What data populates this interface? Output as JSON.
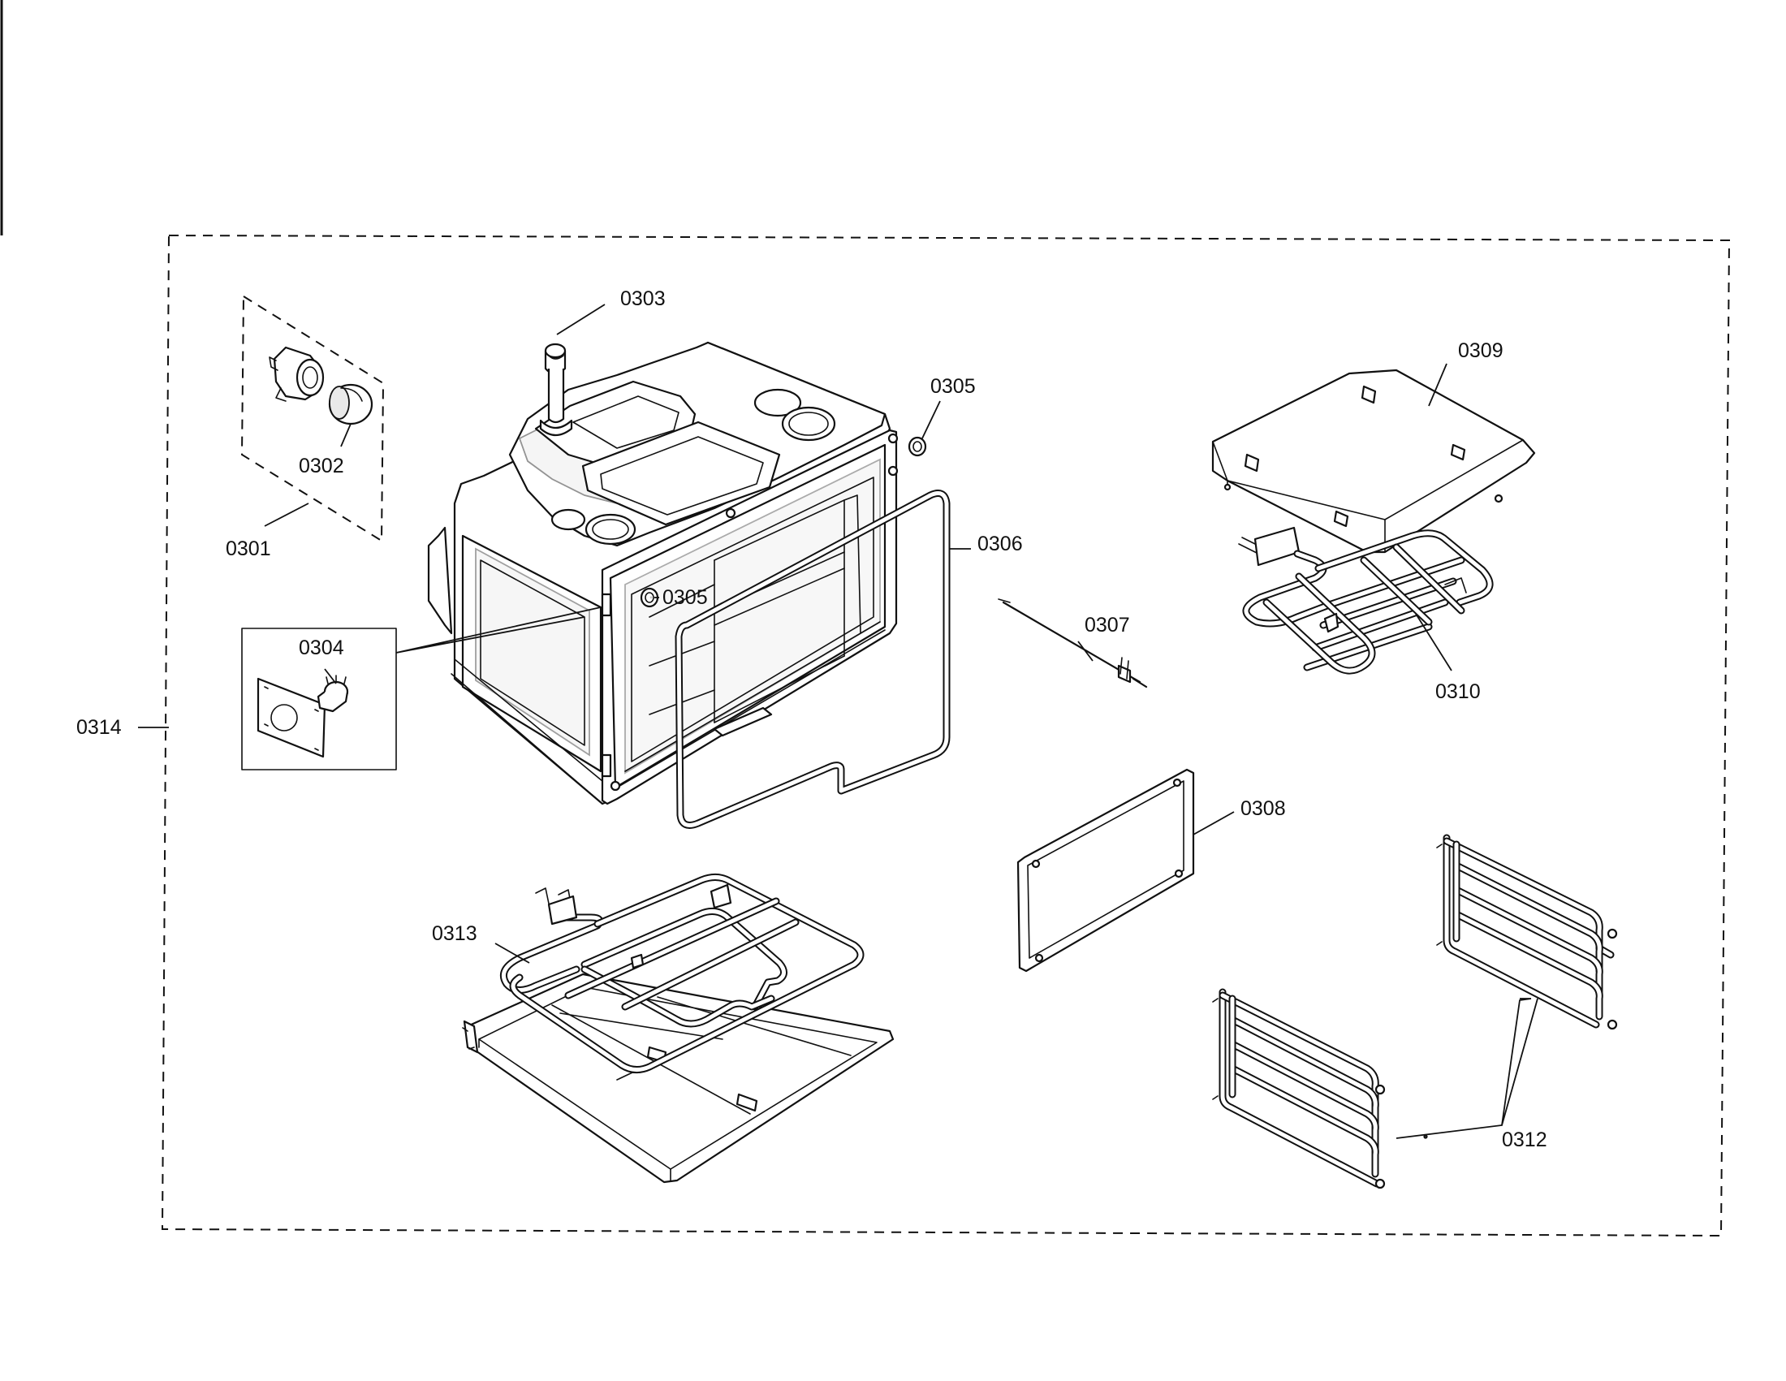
{
  "callouts": {
    "p0301": "0301",
    "p0302": "0302",
    "p0303": "0303",
    "p0304": "0304",
    "p0305a": "0305",
    "p0305b": "0305",
    "p0306": "0306",
    "p0307": "0307",
    "p0308": "0308",
    "p0309": "0309",
    "p0310": "0310",
    "p0312": "0312",
    "p0313": "0313",
    "p0314": "0314"
  }
}
